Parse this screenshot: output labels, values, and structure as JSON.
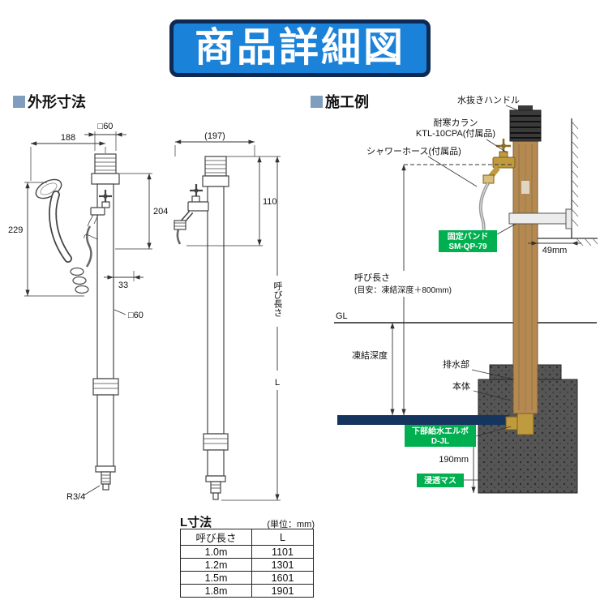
{
  "banner": {
    "title": "商品詳細図"
  },
  "sections": {
    "left_heading": "外形寸法",
    "right_heading": "施工例"
  },
  "dims": {
    "sq60_top": "□60",
    "w188": "188",
    "h229": "229",
    "h204": "204",
    "w33": "33",
    "sq60_mid": "□60",
    "thread": "R3/4",
    "w197": "(197)",
    "h110": "110",
    "nominal": "呼び長さ",
    "L": "L"
  },
  "install": {
    "drain_handle": "水抜きハンドル",
    "faucet1": "耐寒カラン",
    "faucet2": "KTL-10CPA(付属品)",
    "hose": "シャワーホース(付属品)",
    "band1": "固定バンド",
    "band2": "SM-QP-79",
    "w49": "49mm",
    "nominal1": "呼び長さ",
    "nominal2": "(目安：凍結深度＋800mm)",
    "gl": "GL",
    "frost": "凍結深度",
    "drain": "排水部",
    "body": "本体",
    "elbow1": "下部給水エルボ",
    "elbow2": "D-JL",
    "d190": "190mm",
    "basin": "浸透マス"
  },
  "table": {
    "title": "L寸法",
    "unit": "(単位：mm)",
    "headers": [
      "呼び長さ",
      "L"
    ],
    "rows": [
      [
        "1.0m",
        "1101"
      ],
      [
        "1.2m",
        "1301"
      ],
      [
        "1.5m",
        "1601"
      ],
      [
        "1.8m",
        "1901"
      ]
    ]
  },
  "colors": {
    "banner_blue": "#1b82d9",
    "banner_border": "#0e2a52",
    "heading_square": "#7f9dbd",
    "accent_green": "#00B050",
    "pipe_navy": "#16355e",
    "post_tan": "#b48a52"
  }
}
